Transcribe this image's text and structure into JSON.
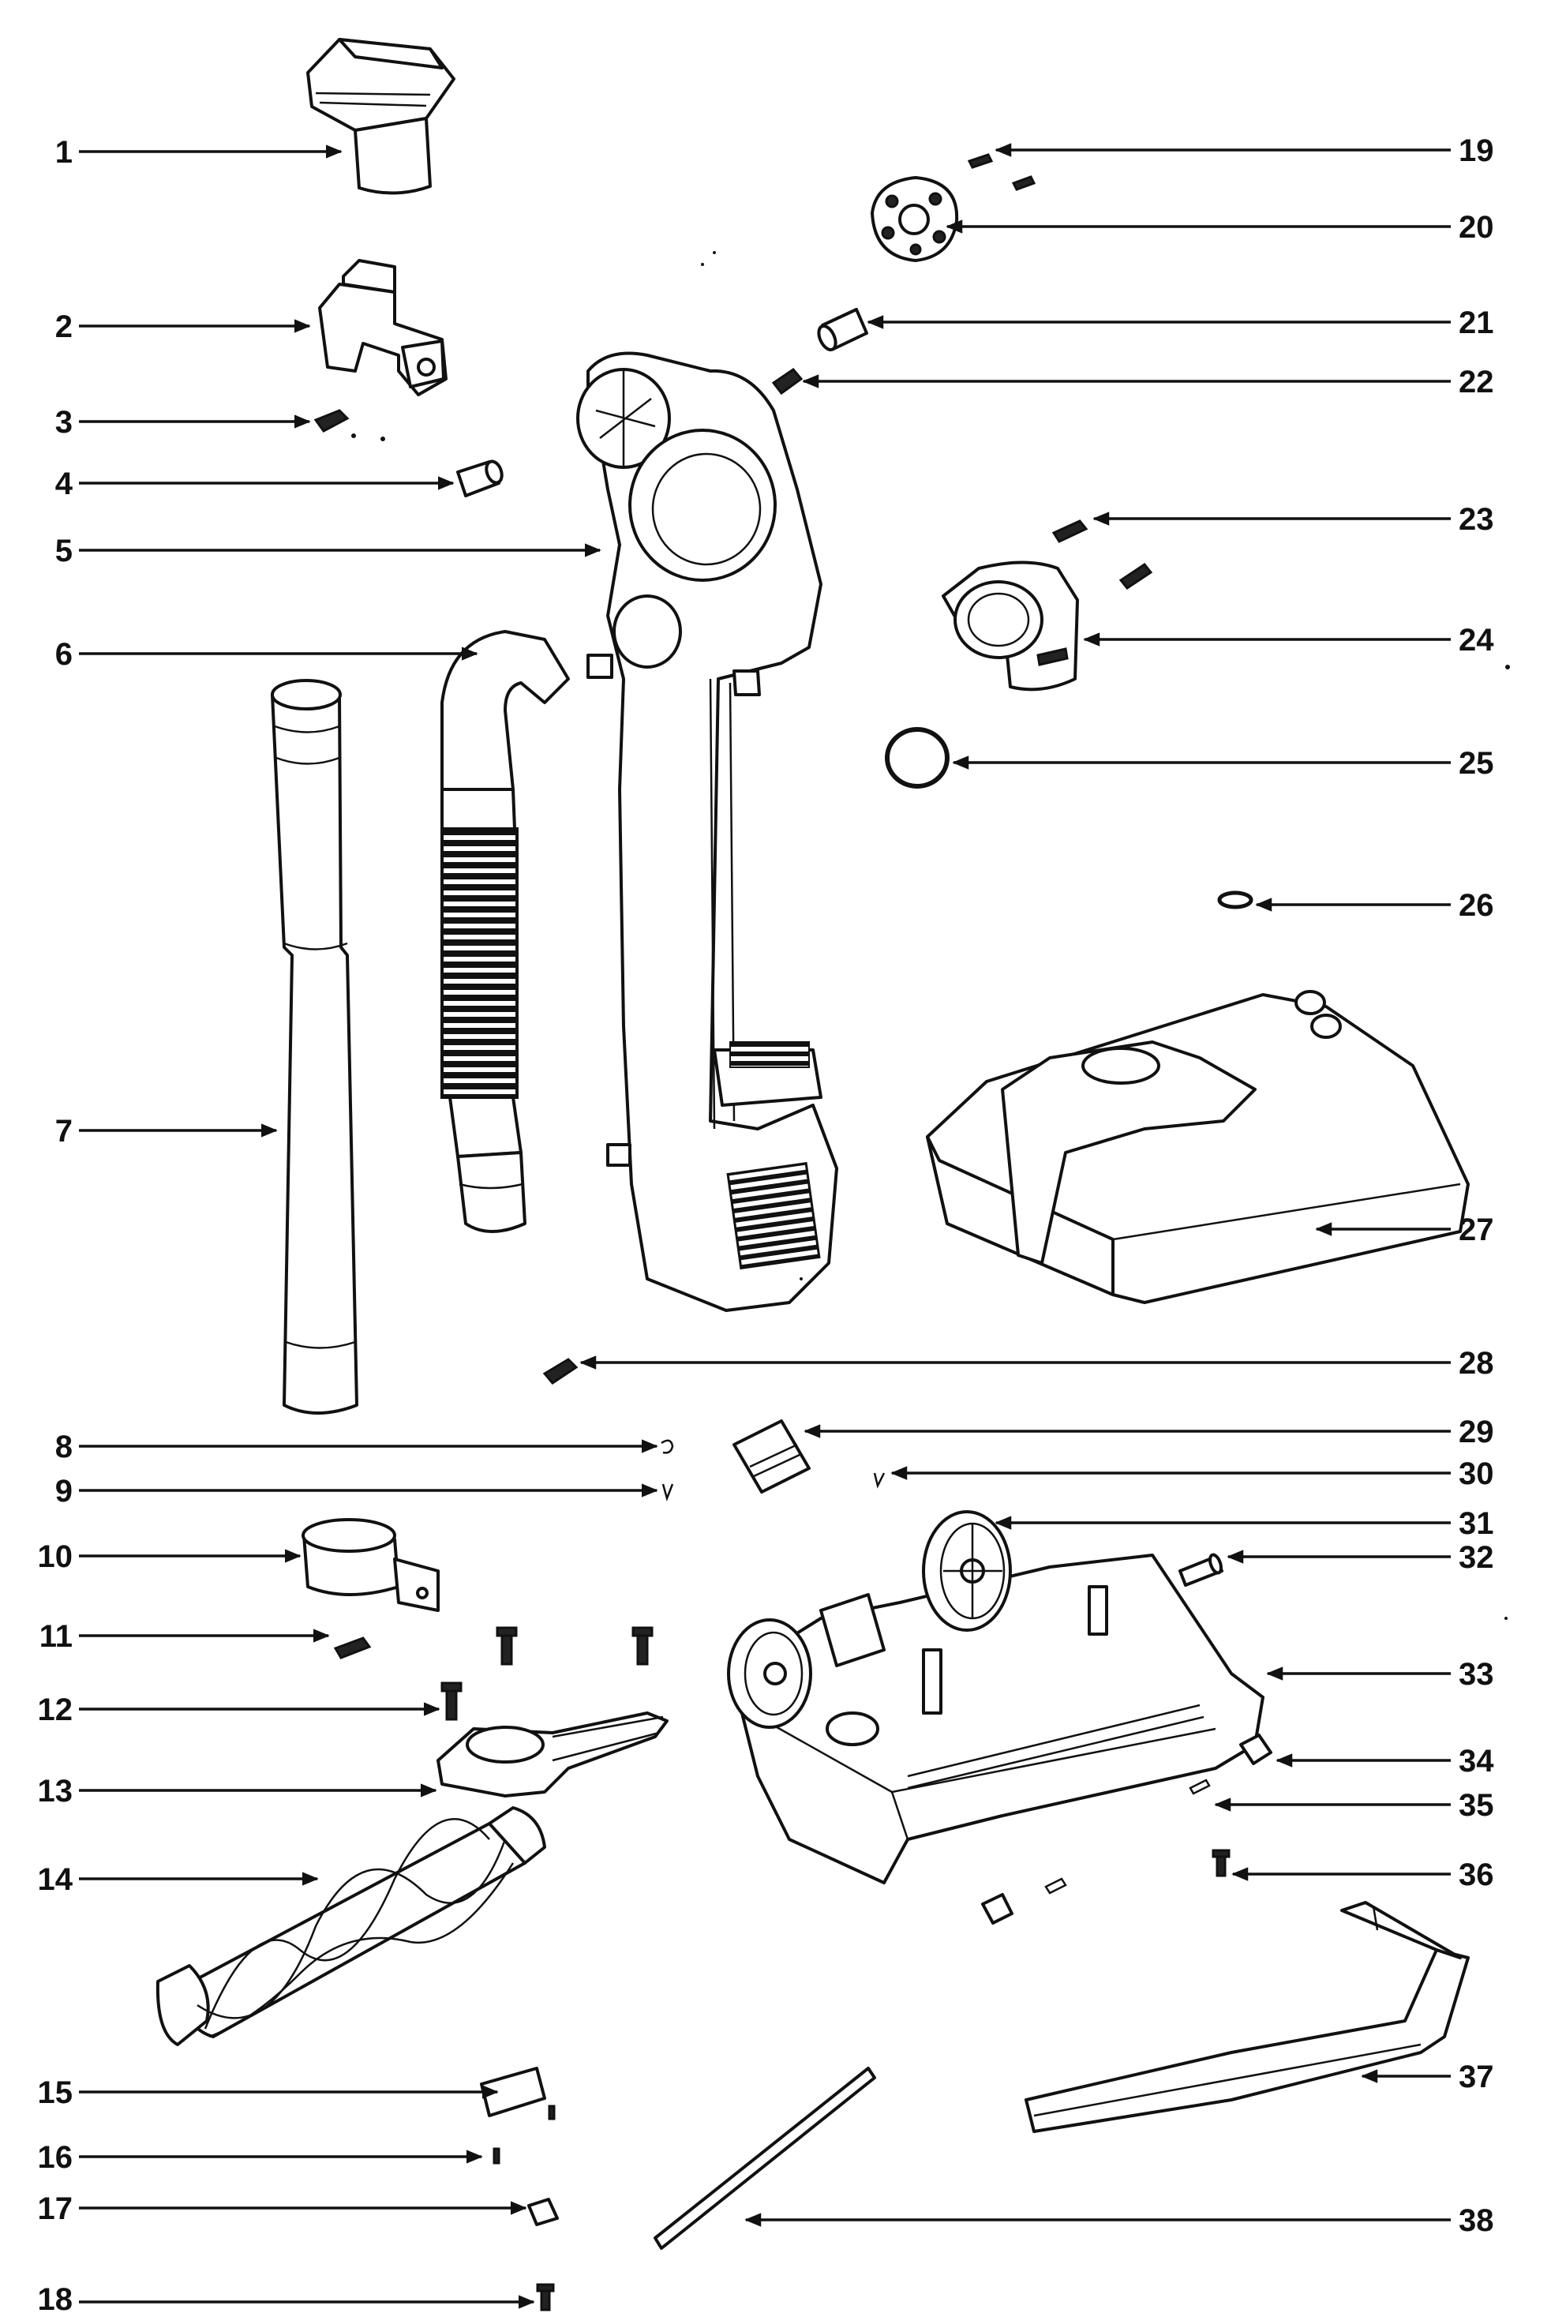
{
  "diagram": {
    "callouts": [
      "1",
      "2",
      "3",
      "4",
      "5",
      "6",
      "7",
      "8",
      "9",
      "10",
      "11",
      "12",
      "13",
      "14",
      "15",
      "16",
      "17",
      "18",
      "19",
      "20",
      "21",
      "22",
      "23",
      "24",
      "25",
      "26",
      "27",
      "28",
      "29",
      "30",
      "31",
      "32",
      "33",
      "34",
      "35",
      "36",
      "37",
      "38"
    ]
  }
}
